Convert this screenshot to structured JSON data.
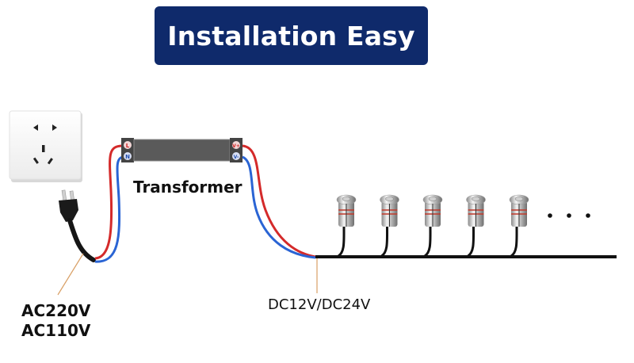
{
  "title": "Installation Easy",
  "components": {
    "transformer": {
      "label": "Transformer",
      "input_terminals": [
        "L",
        "N"
      ],
      "output_terminals": [
        "V+",
        "V-"
      ]
    },
    "input_voltage": [
      "AC220V",
      "AC110V"
    ],
    "output_voltage": "DC12V/DC24V",
    "light_count_shown": 5,
    "continuation": "..."
  },
  "colors": {
    "banner": "#0f2a6b",
    "wire_live": "#d42a2a",
    "wire_neutral": "#2a64d4",
    "cable": "#111111",
    "leader_line": "#d9a066"
  }
}
